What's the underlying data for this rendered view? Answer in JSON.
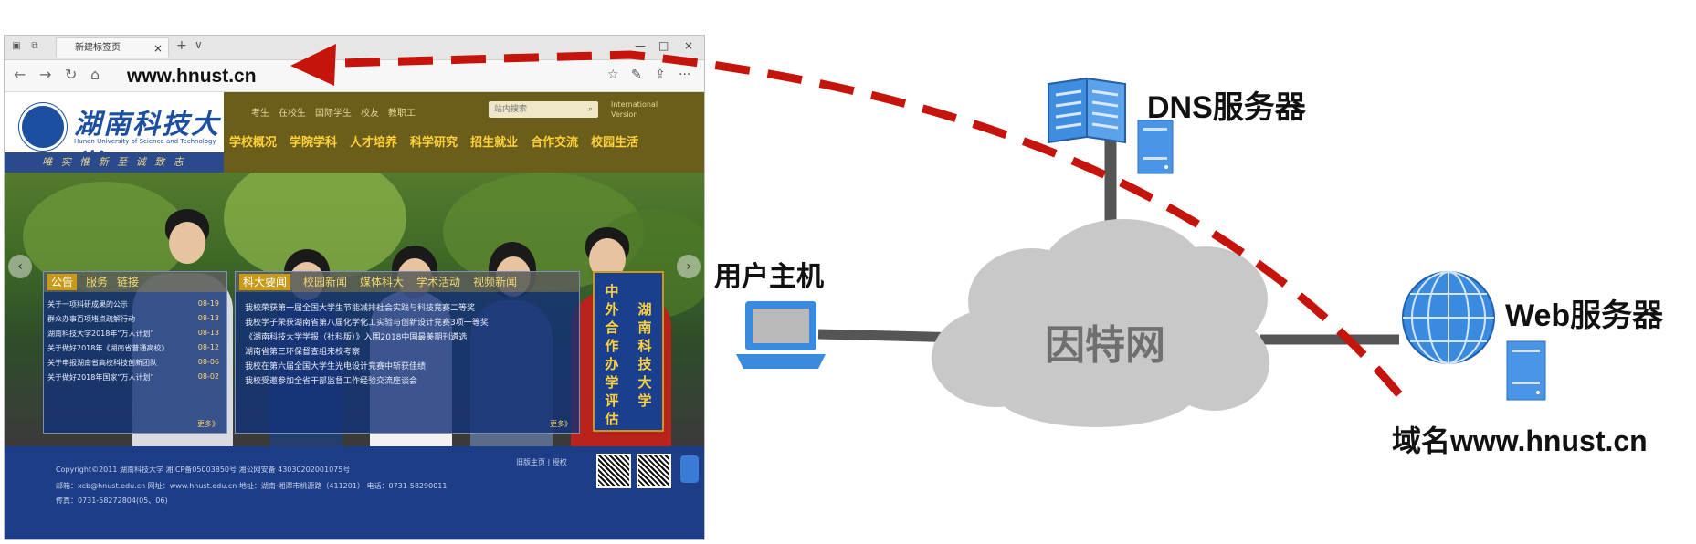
{
  "browser": {
    "tab_title": "新建标签页",
    "tab_close": "×",
    "new_tab": "+",
    "tab_menu": "∨",
    "minimize": "—",
    "maximize": "□",
    "close": "×",
    "url": "www.hnust.cn",
    "back": "←",
    "forward": "→",
    "refresh": "↻",
    "home": "⌂",
    "favorite": "☆",
    "notes": "✎",
    "share": "⇪",
    "more": "···"
  },
  "site": {
    "logo_text": "湖南科技大学",
    "logo_en": "Hunan University of Science and Technology",
    "motto": "唯 实 惟 新   至 诚 致 志",
    "top_links": [
      "考生",
      "在校生",
      "国际学生",
      "校友",
      "教职工"
    ],
    "search_placeholder": "站内搜索",
    "search_icon": "⌕",
    "international": "International Version",
    "nav": [
      "学校概况",
      "学院学科",
      "人才培养",
      "科学研究",
      "招生就业",
      "合作交流",
      "校园生活"
    ],
    "notice_tabs": [
      "公告",
      "服务",
      "链接"
    ],
    "notice_rows": [
      {
        "text": "关于一项科研成果的公示",
        "date": "08-19"
      },
      {
        "text": "群众办事百项堵点疏解行动",
        "date": "08-13"
      },
      {
        "text": "湖南科技大学2018年“万人计划”",
        "date": "08-13"
      },
      {
        "text": "关于做好2018年《湖南省普通高校》",
        "date": "08-12"
      },
      {
        "text": "关于申报湖南省高校科技创新团队",
        "date": "08-06"
      },
      {
        "text": "关于做好2018年国家“万人计划”",
        "date": "08-02"
      }
    ],
    "notice_more": "更多》",
    "news_tabs": [
      "科大要闻",
      "校园新闻",
      "媒体科大",
      "学术活动",
      "视频新闻"
    ],
    "news_rows": [
      "我校荣获第一届全国大学生节能减排社会实践与科技竞赛二等奖",
      "我校学子荣获湖南省第八届化学化工实验与创新设计竞赛3项一等奖",
      "《湖南科技大学学报（社科版）》入围2018中国最美期刊遴选",
      "湖南省第三环保督查组来校考察",
      "我校在第六届全国大学生光电设计竞赛中斩获佳绩",
      "我校受邀参加全省干部监督工作经验交流座谈会"
    ],
    "news_more": "更多》",
    "banner_left": "中外合作办学评估",
    "banner_right": "湖南科技大学",
    "footer_lines": [
      "Copyright©2011 湖南科技大学 湘ICP备05003850号 湘公网安备 43030202001075号",
      "邮箱：xcb@hnust.edu.cn 网址：www.hnust.edu.cn 地址：湖南·湘潭市桃源路（411201） 电话：0731-58290011",
      "传真：0731-58272804(05、06)"
    ],
    "footer_links": [
      "旧版主页",
      "授权"
    ]
  },
  "diagram": {
    "dns_label": "DNS服务器",
    "host_label": "用户主机",
    "internet_label": "因特网",
    "web_label": "Web服务器",
    "domain_label": "域名www.hnust.cn"
  },
  "colors": {
    "arrow": "#c4140b",
    "cloud": "#c8c8c8",
    "link": "#555555",
    "server": "#3a8be0",
    "nav_yellow": "#ffd23a"
  }
}
